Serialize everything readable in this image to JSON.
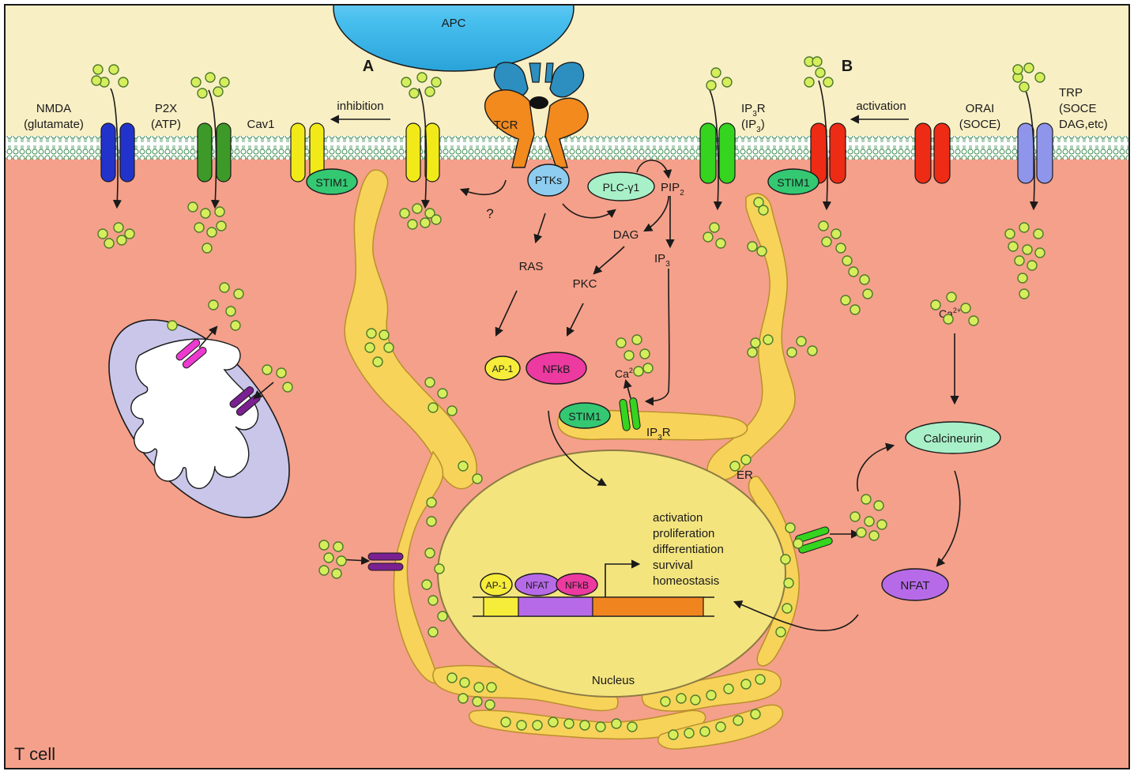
{
  "labels": {
    "apc": "APC",
    "t_cell": "T cell",
    "panel_a": "A",
    "panel_b": "B",
    "tcr": "TCR",
    "ptks": "PTKs",
    "plc": "PLC-γ1",
    "pip2": "PIP",
    "pip2_sub": "2",
    "dag": "DAG",
    "ip3": "IP",
    "ip3_sub": "3",
    "ras": "RAS",
    "pkc": "PKC",
    "ap1": "AP-1",
    "nfkb": "NFkB",
    "nfat": "NFAT",
    "calcineurin": "Calcineurin",
    "stim1": "STIM1",
    "ca": "Ca",
    "ca_sup": "2+",
    "ip3r_er_1": "IP",
    "ip3r_er_sub": "3",
    "ip3r_er_2": "R",
    "er": "ER",
    "nucleus": "Nucleus",
    "question": "?",
    "inhibition": "inhibition",
    "activation": "activation",
    "nmda_1": "NMDA",
    "nmda_2": "(glutamate)",
    "p2x_1": "P2X",
    "p2x_2": "(ATP)",
    "cav1": "Cav1",
    "ip3r_mem_1": "IP",
    "ip3r_mem_sub": "3",
    "ip3r_mem_2": "R",
    "ip3r_mem_3": "(IP",
    "ip3r_mem_3_sub": "3",
    "ip3r_mem_4": ")",
    "orai_1": "ORAI",
    "orai_2": "(SOCE)",
    "trp_1": "TRP",
    "trp_2": "(SOCE",
    "trp_3": "DAG,etc)"
  },
  "outcomes": [
    "activation",
    "proliferation",
    "differentiation",
    "survival",
    "homeostasis"
  ],
  "colors": {
    "extracellular": "#f9efc4",
    "cytoplasm": "#f5a08a",
    "apc": "#47bfee",
    "er": "#f7d35a",
    "nucleus": "#f3e47e",
    "mitochondrion": "#c9c6ea",
    "calcium": "#d6ee5c",
    "tcr_blue": "#2d8fbf",
    "tcr_orange": "#f28a1e",
    "nmda": "#2233cc",
    "p2x": "#3e9a28",
    "cav1": "#f2ea18",
    "ip3r": "#35d41f",
    "orai": "#ee2b14",
    "trp": "#8f95ea",
    "stim1": "#34c873",
    "plc": "#a8f0c8",
    "ptks": "#8ecdf0",
    "ap1": "#f6ec3a",
    "nfkb": "#ec3aa0",
    "nfat": "#b76ae8",
    "calcineurin": "#a8f0c8",
    "mito_channel_pink": "#ec3ad0",
    "mito_channel_purple": "#7a2090",
    "dna_orange": "#f08520"
  }
}
